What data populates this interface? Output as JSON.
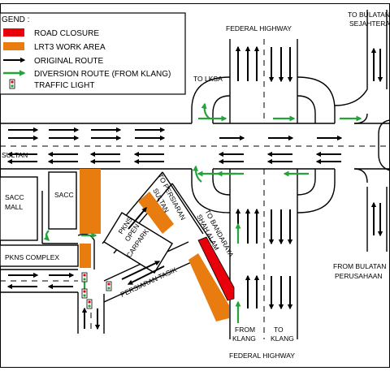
{
  "legend": {
    "title": "GEND :",
    "items": [
      {
        "label": "ROAD CLOSURE",
        "color": "#e8000b",
        "icon": "red-swatch"
      },
      {
        "label": "LRT3 WORK AREA",
        "color": "#e97c0f",
        "icon": "orange-swatch"
      },
      {
        "label": "ORIGINAL ROUTE",
        "icon": "black-arrow"
      },
      {
        "label": "DIVERSION ROUTE (FROM KLANG)",
        "color": "#23a33a",
        "icon": "green-arrow"
      },
      {
        "label": "TRAFFIC LIGHT",
        "icon": "traffic-light"
      }
    ]
  },
  "labels": {
    "federal_top": "FEDERAL HIGHWAY",
    "to_bulatan_sej_1": "TO BULATAN",
    "to_bulatan_sej_2": "SEJAHTERA",
    "to_lksa": "TO LKSA",
    "sultan": "SULTAN",
    "sacc_mall_1": "SACC",
    "sacc_mall_2": "MALL",
    "sacc": "SACC",
    "pkns_complex": "PKNS COMPLEX",
    "pkns_open_1": "PKNS",
    "pkns_open_2": "OPEN",
    "pkns_open_3": "CARPARK",
    "to_persiaran_1": "TO PERSIARAN",
    "to_persiaran_2": "SULTAN",
    "to_bandaraya_1": "TO BANDARAYA",
    "to_bandaraya_2": "SHAH ALAM",
    "persiaran_tasik": "PERSIARAN TASIK",
    "from_bulatan_per_1": "FROM BULATAN",
    "from_bulatan_per_2": "PERUSAHAAN",
    "from_klang_1": "FROM",
    "from_klang_2": "KLANG",
    "to_klang_1": "TO",
    "to_klang_2": "KLANG",
    "federal_bottom": "FEDERAL HIGHWAY"
  }
}
